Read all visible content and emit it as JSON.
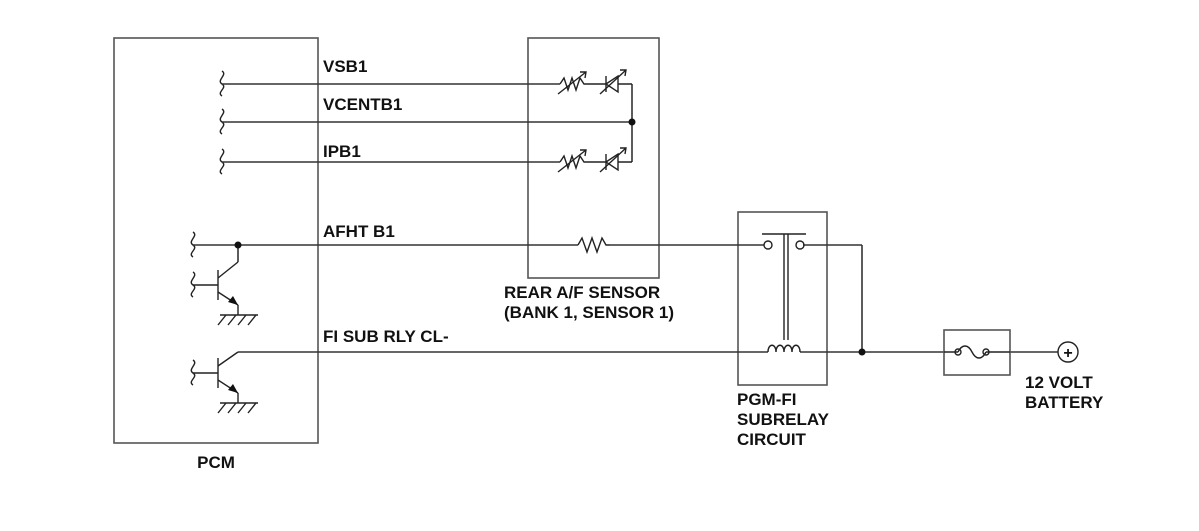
{
  "title": "",
  "colors": {
    "wire": "#333333",
    "box": "#555555",
    "text": "#111111"
  },
  "signals": {
    "vsb1": "VSB1",
    "vcentb1": "VCENTB1",
    "ipb1": "IPB1",
    "afht_b1": "AFHT B1",
    "fi_sub_rly": "FI SUB RLY CL-"
  },
  "components": {
    "pcm": "PCM",
    "rear_af_sensor": {
      "line1": "REAR A/F SENSOR",
      "line2": "(BANK 1, SENSOR 1)"
    },
    "pgm_fi": {
      "line1": "PGM-FI",
      "line2": "SUBRELAY",
      "line3": "CIRCUIT"
    },
    "battery": {
      "line1": "12 VOLT",
      "line2": "BATTERY",
      "symbol": "+"
    }
  }
}
